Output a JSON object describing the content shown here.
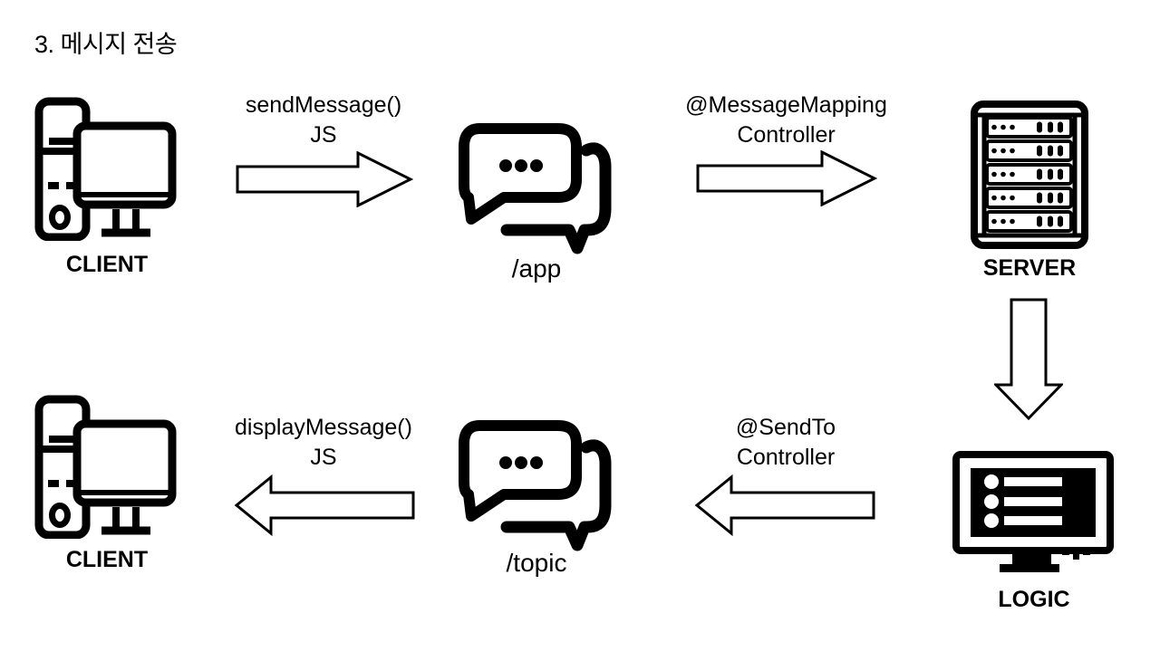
{
  "title": "3. 메시지 전송",
  "colors": {
    "ink": "#000000",
    "background": "#ffffff"
  },
  "nodes": [
    {
      "id": "client-top",
      "label": "CLIENT",
      "icon": "desktop-computer-icon"
    },
    {
      "id": "app-channel",
      "label": "/app",
      "icon": "chat-bubbles-icon"
    },
    {
      "id": "server",
      "label": "SERVER",
      "icon": "server-rack-icon"
    },
    {
      "id": "logic",
      "label": "LOGIC",
      "icon": "monitor-checklist-icon"
    },
    {
      "id": "topic-channel",
      "label": "/topic",
      "icon": "chat-bubbles-icon"
    },
    {
      "id": "client-bottom",
      "label": "CLIENT",
      "icon": "desktop-computer-icon"
    }
  ],
  "arrows": [
    {
      "id": "client-to-app",
      "direction": "right",
      "line1": "sendMessage()",
      "line2": "JS"
    },
    {
      "id": "app-to-server",
      "direction": "right",
      "line1": "@MessageMapping",
      "line2": "Controller"
    },
    {
      "id": "server-to-logic",
      "direction": "down",
      "line1": "",
      "line2": ""
    },
    {
      "id": "logic-to-topic",
      "direction": "left",
      "line1": "@SendTo",
      "line2": "Controller"
    },
    {
      "id": "topic-to-client",
      "direction": "left",
      "line1": "displayMessage()",
      "line2": "JS"
    }
  ]
}
